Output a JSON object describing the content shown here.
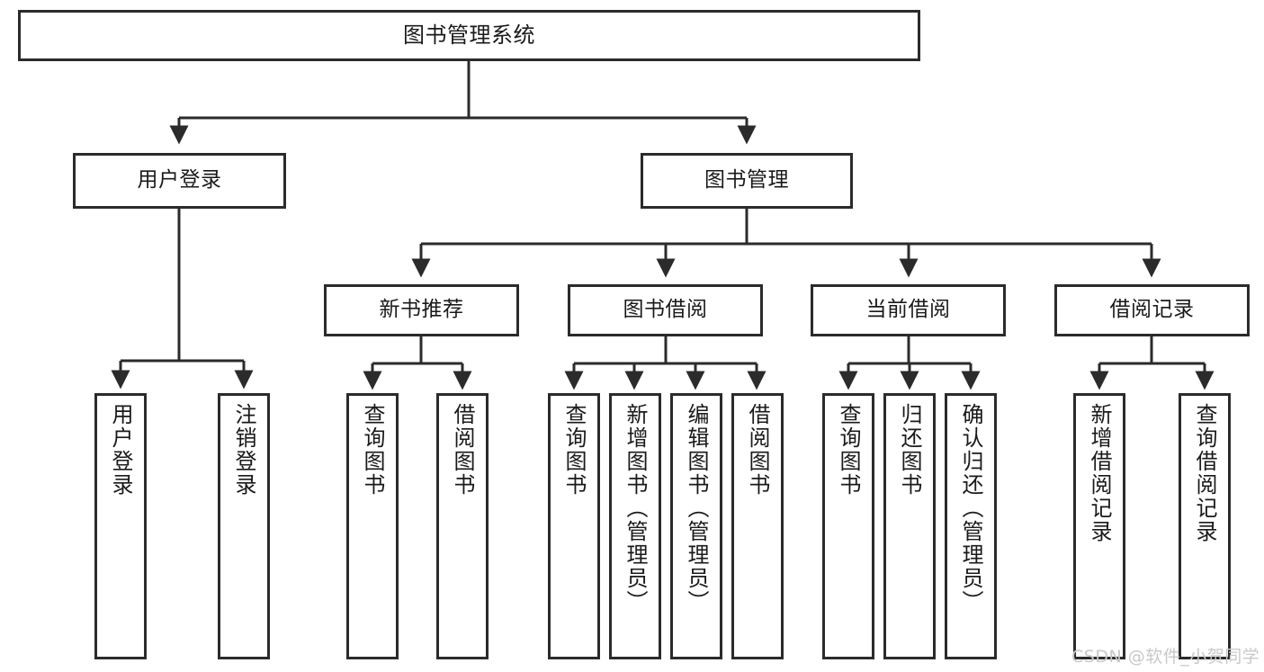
{
  "diagram": {
    "title": "图书管理系统",
    "type": "tree-hierarchy-chart",
    "stroke_color": "#2b2b2b",
    "background_color": "#ffffff",
    "root": {
      "label": "图书管理系统"
    },
    "level2": [
      {
        "label": "用户登录"
      },
      {
        "label": "图书管理"
      }
    ],
    "level3": [
      {
        "label": "新书推荐"
      },
      {
        "label": "图书借阅"
      },
      {
        "label": "当前借阅"
      },
      {
        "label": "借阅记录"
      }
    ],
    "leaves": {
      "user_login": [
        {
          "label": "用户登录"
        },
        {
          "label": "注销登录"
        }
      ],
      "new_book_recommend": [
        {
          "label": "查询图书"
        },
        {
          "label": "借阅图书"
        }
      ],
      "book_borrow": [
        {
          "label": "查询图书"
        },
        {
          "label": "新增图书（管理员）"
        },
        {
          "label": "编辑图书（管理员）"
        },
        {
          "label": "借阅图书"
        }
      ],
      "current_borrow": [
        {
          "label": "查询图书"
        },
        {
          "label": "归还图书"
        },
        {
          "label": "确认归还（管理员）"
        }
      ],
      "borrow_records": [
        {
          "label": "新增借阅记录"
        },
        {
          "label": "查询借阅记录"
        }
      ]
    }
  },
  "watermark": {
    "text": "CSDN @软件_小贺同学",
    "color": "#c8c8c8"
  }
}
